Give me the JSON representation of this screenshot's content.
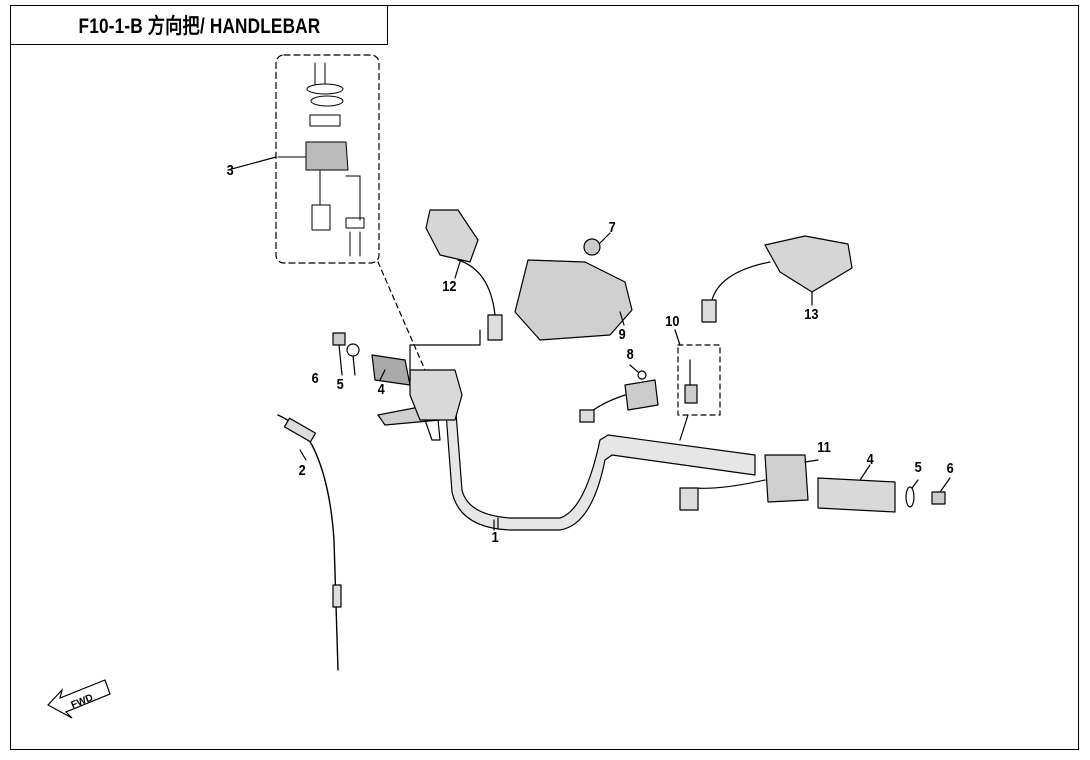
{
  "title": "F10-1-B 方向把/ HANDLEBAR",
  "fwd_label": "FWD",
  "callouts": [
    {
      "id": "c1",
      "label": "1"
    },
    {
      "id": "c2",
      "label": "2"
    },
    {
      "id": "c3",
      "label": "3"
    },
    {
      "id": "c4a",
      "label": "4"
    },
    {
      "id": "c4b",
      "label": "4"
    },
    {
      "id": "c5a",
      "label": "5"
    },
    {
      "id": "c5b",
      "label": "5"
    },
    {
      "id": "c6a",
      "label": "6"
    },
    {
      "id": "c6b",
      "label": "6"
    },
    {
      "id": "c7",
      "label": "7"
    },
    {
      "id": "c8",
      "label": "8"
    },
    {
      "id": "c9",
      "label": "9"
    },
    {
      "id": "c10",
      "label": "10"
    },
    {
      "id": "c11",
      "label": "11"
    },
    {
      "id": "c12",
      "label": "12"
    },
    {
      "id": "c13",
      "label": "13"
    }
  ]
}
